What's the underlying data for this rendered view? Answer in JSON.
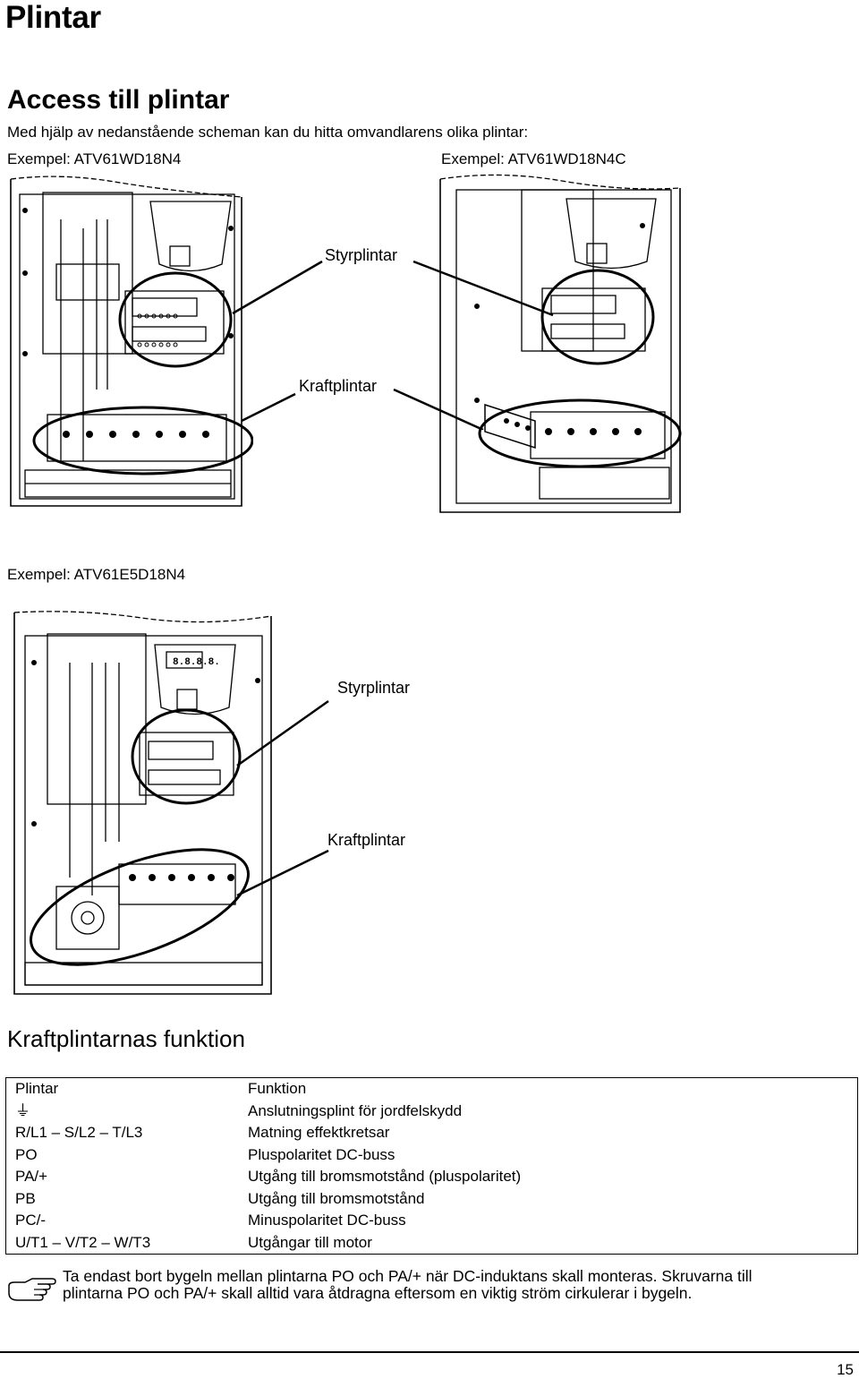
{
  "page": {
    "title": "Plintar",
    "section_title": "Access till plintar",
    "intro": "Med hjälp av nedanstående scheman kan du hitta omvandlarens olika plintar:",
    "example_left": "Exempel: ATV61WD18N4",
    "example_right": "Exempel: ATV61WD18N4C",
    "example_bottom": "Exempel: ATV61E5D18N4",
    "control_terminals": "Styrplintar",
    "power_terminals": "Kraftplintar",
    "display_text": "8.8.8.8.",
    "function_heading": "Kraftplintarnas funktion",
    "page_number": "15"
  },
  "table": {
    "header": [
      "Plintar",
      "Funktion"
    ],
    "rows": [
      {
        "terminal": "⏚",
        "function": "Anslutningsplint för jordfelskydd"
      },
      {
        "terminal": "R/L1 – S/L2 – T/L3",
        "function": "Matning effektkretsar"
      },
      {
        "terminal": "PO",
        "function": "Pluspolaritet DC-buss"
      },
      {
        "terminal": "PA/+",
        "function": "Utgång till bromsmotstånd (pluspolaritet)"
      },
      {
        "terminal": "PB",
        "function": "Utgång till bromsmotstånd"
      },
      {
        "terminal": "PC/-",
        "function": "Minuspolaritet DC-buss"
      },
      {
        "terminal": "U/T1 – V/T2 – W/T3",
        "function": "Utgångar till motor"
      }
    ]
  },
  "note": {
    "icon": "pointing-hand-icon",
    "text_line1": "Ta endast bort bygeln mellan plintarna PO och PA/+ när DC-induktans skall monteras. Skruvarna till",
    "text_line2": "plintarna PO och PA/+ skall alltid vara åtdragna eftersom en viktig ström cirkulerar i bygeln."
  }
}
